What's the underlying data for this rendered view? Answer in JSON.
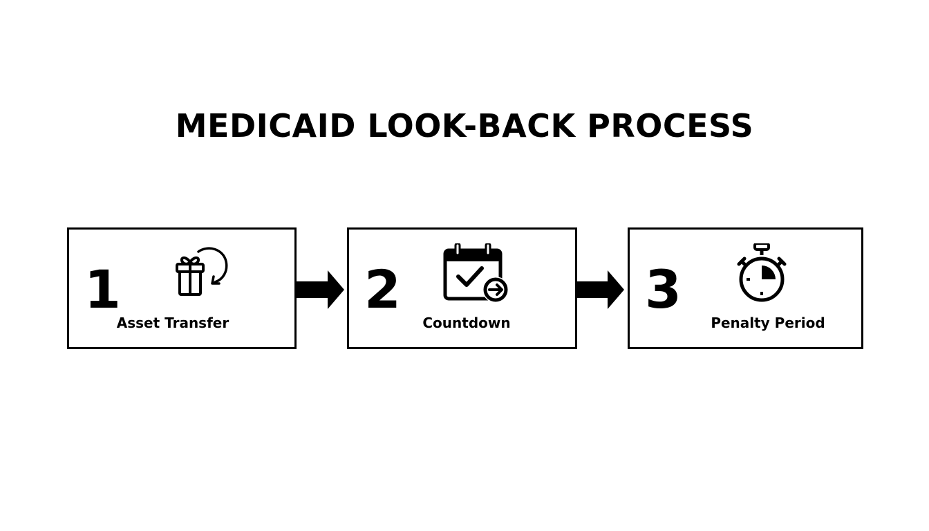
{
  "diagram": {
    "title": "MEDICAID LOOK-BACK PROCESS",
    "type": "process-flow",
    "direction": "left-to-right",
    "steps": [
      {
        "number": "1",
        "label": "Asset Transfer",
        "icon": "gift-with-circular-arrow-icon"
      },
      {
        "number": "2",
        "label": "Countdown",
        "icon": "calendar-check-arrow-icon"
      },
      {
        "number": "3",
        "label": "Penalty Period",
        "icon": "stopwatch-icon"
      }
    ],
    "connectors": [
      {
        "from": "1",
        "to": "2",
        "icon": "right-arrow-icon"
      },
      {
        "from": "2",
        "to": "3",
        "icon": "right-arrow-icon"
      }
    ],
    "colors": {
      "background": "#ffffff",
      "foreground": "#000000"
    }
  }
}
